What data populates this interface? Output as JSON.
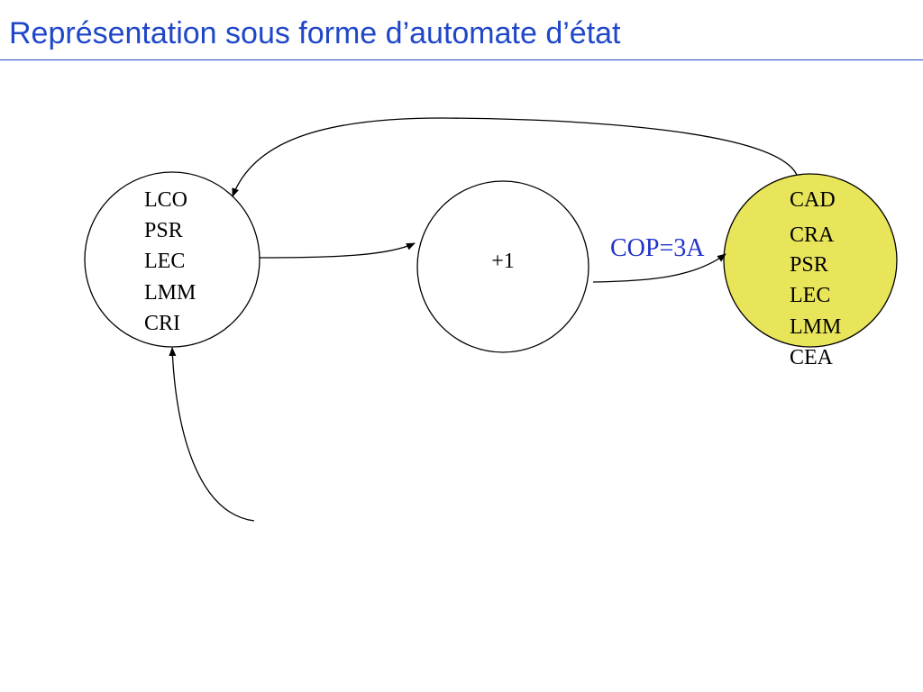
{
  "title": "Représentation sous forme d’automate d’état",
  "colors": {
    "title": "#1f47c8",
    "edge_label": "#2233cc",
    "active_state_fill": "#e8e55a",
    "state_fill": "#ffffff",
    "stroke": "#000000"
  },
  "states": {
    "fetch": {
      "lines": [
        "LCO",
        "PSR",
        "LEC",
        "LMM",
        "CRI"
      ]
    },
    "increment": {
      "lines": [
        "+1"
      ]
    },
    "execute": {
      "lines": [
        "CAD",
        "CRA",
        "PSR",
        "LEC",
        "LMM",
        "CEA"
      ]
    }
  },
  "edges": {
    "increment_to_execute": {
      "label": "COP=3A"
    }
  }
}
